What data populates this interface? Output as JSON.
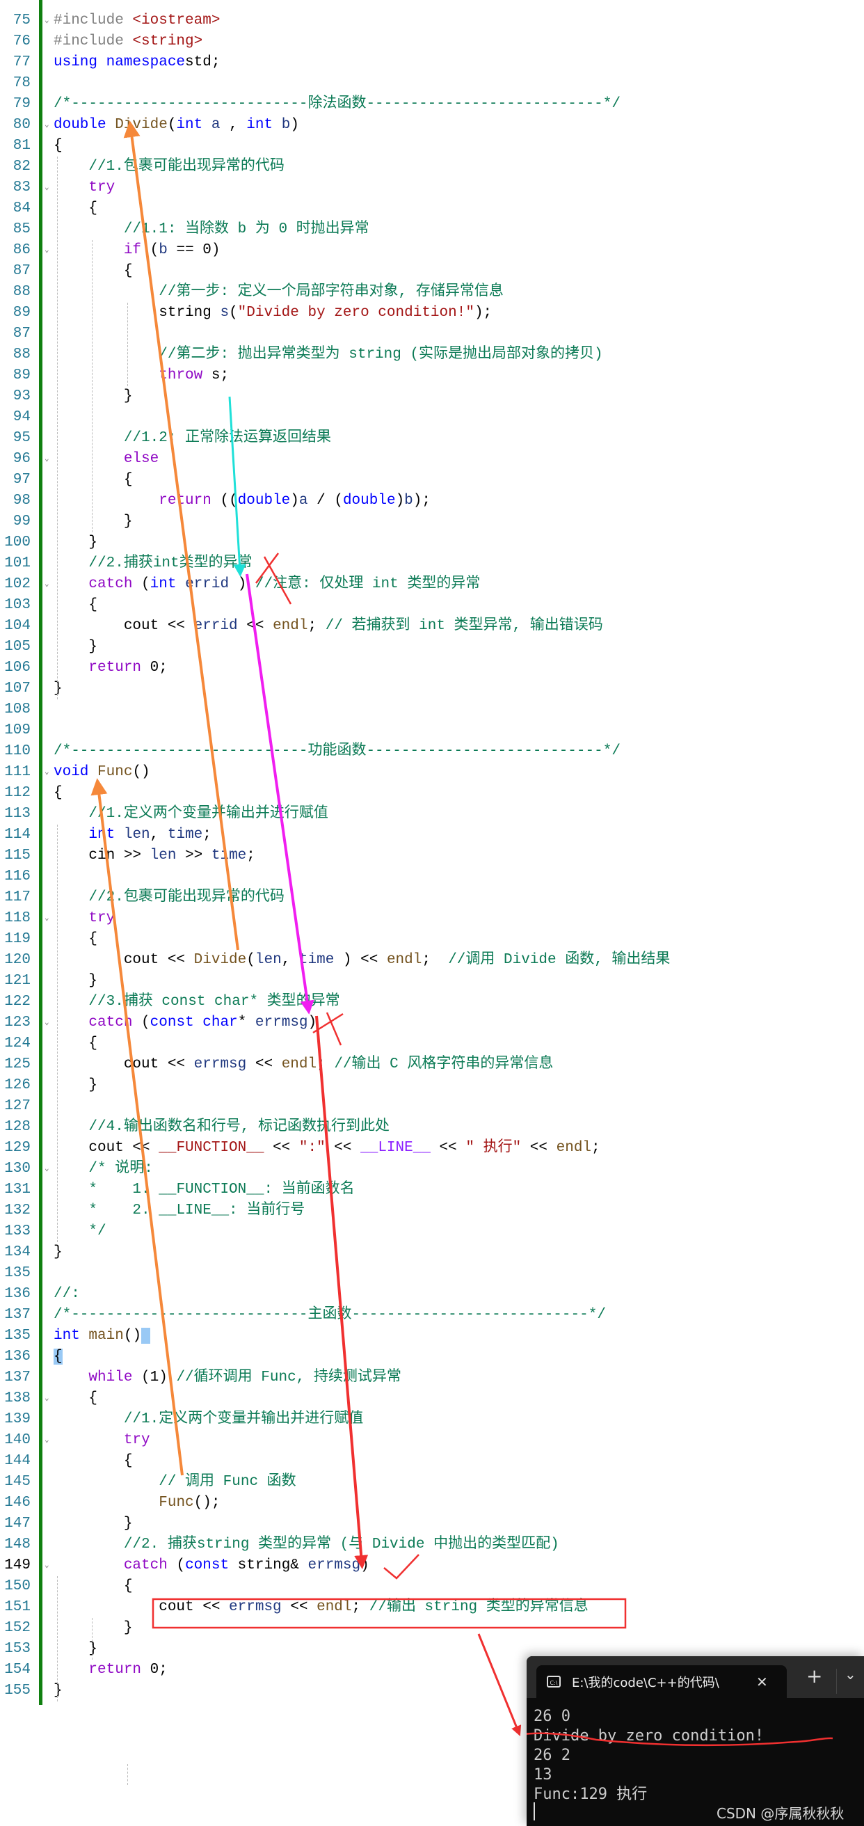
{
  "editor": {
    "current_line": "138",
    "lines": [
      {
        "n": "75",
        "fold": true,
        "t": [
          [
            "pp",
            "#include "
          ],
          [
            "inc",
            "<iostream>"
          ]
        ]
      },
      {
        "n": "76",
        "t": [
          [
            "pp",
            "#include "
          ],
          [
            "inc",
            "<string>"
          ]
        ]
      },
      {
        "n": "77",
        "t": [
          [
            "kw",
            "using namespace"
          ],
          [
            "",
            "std;"
          ]
        ]
      },
      {
        "n": "78",
        "t": []
      },
      {
        "n": "79",
        "t": [
          [
            "cm",
            "/*---------------------------除法函数---------------------------*/"
          ]
        ]
      },
      {
        "n": "80",
        "fold": true,
        "t": [
          [
            "kw",
            "double "
          ],
          [
            "fn",
            "Divide"
          ],
          [
            "",
            "("
          ],
          [
            "kw",
            "int"
          ],
          [
            "var",
            " a"
          ],
          [
            "",
            " , "
          ],
          [
            "kw",
            "int"
          ],
          [
            "var",
            " b"
          ],
          [
            "",
            ")"
          ]
        ]
      },
      {
        "n": "81",
        "t": [
          [
            "",
            "{"
          ]
        ]
      },
      {
        "n": "82",
        "t": [
          [
            "",
            "    "
          ],
          [
            "cm",
            "//1.包裹可能出现异常的代码"
          ]
        ]
      },
      {
        "n": "83",
        "fold": true,
        "t": [
          [
            "",
            "    "
          ],
          [
            "ctl",
            "try"
          ]
        ]
      },
      {
        "n": "84",
        "t": [
          [
            "",
            "    {"
          ]
        ]
      },
      {
        "n": "85",
        "t": [
          [
            "",
            "        "
          ],
          [
            "cm",
            "//1.1: 当除数 b 为 0 时抛出异常"
          ]
        ]
      },
      {
        "n": "86",
        "fold": true,
        "t": [
          [
            "",
            "        "
          ],
          [
            "ctl",
            "if"
          ],
          [
            "",
            " ("
          ],
          [
            "var",
            "b"
          ],
          [
            "",
            " == 0)"
          ]
        ]
      },
      {
        "n": "87",
        "t": [
          [
            "",
            "        {"
          ]
        ]
      },
      {
        "n": "88",
        "t": [
          [
            "",
            "            "
          ],
          [
            "cm",
            "//第一步: 定义一个局部字符串对象, 存储异常信息"
          ]
        ]
      },
      {
        "n": "89",
        "t": [
          [
            "",
            "            "
          ],
          [
            "",
            "string "
          ],
          [
            "var",
            "s"
          ],
          [
            "",
            "("
          ],
          [
            "str",
            "\"Divide by zero condition!\""
          ],
          [
            "",
            ");"
          ]
        ]
      },
      {
        "n": "87",
        "t": []
      },
      {
        "n": "88",
        "t": [
          [
            "",
            "            "
          ],
          [
            "cm",
            "//第二步: 抛出异常类型为 string (实际是抛出局部对象的拷贝)"
          ]
        ]
      },
      {
        "n": "89",
        "t": [
          [
            "",
            "            "
          ],
          [
            "ctl",
            "throw"
          ],
          [
            "",
            " s;"
          ]
        ]
      },
      {
        "n": "93",
        "t": [
          [
            "",
            "        }"
          ]
        ]
      },
      {
        "n": "94",
        "t": []
      },
      {
        "n": "95",
        "t": [
          [
            "",
            "        "
          ],
          [
            "cm",
            "//1.2: 正常除法运算返回结果"
          ]
        ]
      },
      {
        "n": "96",
        "fold": true,
        "t": [
          [
            "",
            "        "
          ],
          [
            "ctl",
            "else"
          ]
        ]
      },
      {
        "n": "97",
        "t": [
          [
            "",
            "        {"
          ]
        ]
      },
      {
        "n": "98",
        "t": [
          [
            "",
            "            "
          ],
          [
            "ctl",
            "return"
          ],
          [
            "",
            " (("
          ],
          [
            "kw",
            "double"
          ],
          [
            "",
            ")"
          ],
          [
            "var",
            "a"
          ],
          [
            "",
            " / ("
          ],
          [
            "kw",
            "double"
          ],
          [
            "",
            ")"
          ],
          [
            "var",
            "b"
          ],
          [
            "",
            ");"
          ]
        ]
      },
      {
        "n": "99",
        "t": [
          [
            "",
            "        }"
          ]
        ]
      },
      {
        "n": "100",
        "t": [
          [
            "",
            "    }"
          ]
        ]
      },
      {
        "n": "101",
        "t": [
          [
            "",
            "    "
          ],
          [
            "cm",
            "//2.捕获int类型的异常"
          ]
        ]
      },
      {
        "n": "102",
        "fold": true,
        "t": [
          [
            "",
            "    "
          ],
          [
            "ctl",
            "catch"
          ],
          [
            "",
            " ("
          ],
          [
            "kw",
            "int"
          ],
          [
            "var",
            " errid"
          ],
          [
            "",
            " ) "
          ],
          [
            "cm",
            "//注意: 仅处理 int 类型的异常"
          ]
        ]
      },
      {
        "n": "103",
        "t": [
          [
            "",
            "    {"
          ]
        ]
      },
      {
        "n": "104",
        "t": [
          [
            "",
            "        cout << "
          ],
          [
            "var",
            "errid"
          ],
          [
            "",
            " << "
          ],
          [
            "fn",
            "endl"
          ],
          [
            "",
            "; "
          ],
          [
            "cm",
            "// 若捕获到 int 类型异常, 输出错误码"
          ]
        ]
      },
      {
        "n": "105",
        "t": [
          [
            "",
            "    }"
          ]
        ]
      },
      {
        "n": "106",
        "t": [
          [
            "",
            "    "
          ],
          [
            "ctl",
            "return"
          ],
          [
            "",
            " 0;"
          ]
        ]
      },
      {
        "n": "107",
        "t": [
          [
            "",
            "}"
          ]
        ]
      },
      {
        "n": "108",
        "t": []
      },
      {
        "n": "109",
        "t": []
      },
      {
        "n": "110",
        "t": [
          [
            "cm",
            "/*---------------------------功能函数---------------------------*/"
          ]
        ]
      },
      {
        "n": "111",
        "fold": true,
        "t": [
          [
            "kw",
            "void "
          ],
          [
            "fn",
            "Func"
          ],
          [
            "",
            "()"
          ]
        ]
      },
      {
        "n": "112",
        "t": [
          [
            "",
            "{"
          ]
        ]
      },
      {
        "n": "113",
        "t": [
          [
            "",
            "    "
          ],
          [
            "cm",
            "//1.定义两个变量并输出并进行赋值"
          ]
        ]
      },
      {
        "n": "114",
        "t": [
          [
            "",
            "    "
          ],
          [
            "kw",
            "int"
          ],
          [
            "var",
            " len"
          ],
          [
            "",
            ", "
          ],
          [
            "var",
            "time"
          ],
          [
            "",
            ";"
          ]
        ]
      },
      {
        "n": "115",
        "t": [
          [
            "",
            "    cin >> "
          ],
          [
            "var",
            "len"
          ],
          [
            "",
            " >> "
          ],
          [
            "var",
            "time"
          ],
          [
            "",
            ";"
          ]
        ]
      },
      {
        "n": "116",
        "t": []
      },
      {
        "n": "117",
        "t": [
          [
            "",
            "    "
          ],
          [
            "cm",
            "//2.包裹可能出现异常的代码"
          ]
        ]
      },
      {
        "n": "118",
        "fold": true,
        "t": [
          [
            "",
            "    "
          ],
          [
            "ctl",
            "try"
          ]
        ]
      },
      {
        "n": "119",
        "t": [
          [
            "",
            "    {"
          ]
        ]
      },
      {
        "n": "120",
        "t": [
          [
            "",
            "        cout << "
          ],
          [
            "fn",
            "Divide"
          ],
          [
            "",
            "("
          ],
          [
            "var",
            "len"
          ],
          [
            "",
            ", "
          ],
          [
            "var",
            "time"
          ],
          [
            "",
            " ) << "
          ],
          [
            "fn",
            "endl"
          ],
          [
            "",
            ";  "
          ],
          [
            "cm",
            "//调用 Divide 函数, 输出结果"
          ]
        ]
      },
      {
        "n": "121",
        "t": [
          [
            "",
            "    }"
          ]
        ]
      },
      {
        "n": "122",
        "t": [
          [
            "",
            "    "
          ],
          [
            "cm",
            "//3.捕获 const char* 类型的异常"
          ]
        ]
      },
      {
        "n": "123",
        "fold": true,
        "t": [
          [
            "",
            "    "
          ],
          [
            "ctl",
            "catch"
          ],
          [
            "",
            " ("
          ],
          [
            "kw",
            "const char"
          ],
          [
            "",
            "* "
          ],
          [
            "var",
            "errmsg"
          ],
          [
            "",
            ")"
          ]
        ]
      },
      {
        "n": "124",
        "t": [
          [
            "",
            "    {"
          ]
        ]
      },
      {
        "n": "125",
        "t": [
          [
            "",
            "        cout << "
          ],
          [
            "var",
            "errmsg"
          ],
          [
            "",
            " << "
          ],
          [
            "fn",
            "endl"
          ],
          [
            "",
            "; "
          ],
          [
            "cm",
            "//输出 C 风格字符串的异常信息"
          ]
        ]
      },
      {
        "n": "126",
        "t": [
          [
            "",
            "    }"
          ]
        ]
      },
      {
        "n": "127",
        "t": []
      },
      {
        "n": "128",
        "t": [
          [
            "",
            "    "
          ],
          [
            "cm",
            "//4.输出函数名和行号, 标记函数执行到此处"
          ]
        ]
      },
      {
        "n": "129",
        "t": [
          [
            "",
            "    cout << "
          ],
          [
            "mfn",
            "__FUNCTION__"
          ],
          [
            "",
            " << "
          ],
          [
            "str",
            "\":\""
          ],
          [
            "",
            " << "
          ],
          [
            "mac",
            "__LINE__"
          ],
          [
            "",
            " << "
          ],
          [
            "str",
            "\" 执行\""
          ],
          [
            "",
            " << "
          ],
          [
            "fn",
            "endl"
          ],
          [
            "",
            ";"
          ]
        ]
      },
      {
        "n": "130",
        "fold": true,
        "t": [
          [
            "",
            "    "
          ],
          [
            "cm",
            "/* 说明:"
          ]
        ]
      },
      {
        "n": "131",
        "t": [
          [
            "",
            "    "
          ],
          [
            "cm",
            "*    1. __FUNCTION__: 当前函数名"
          ]
        ]
      },
      {
        "n": "132",
        "t": [
          [
            "",
            "    "
          ],
          [
            "cm",
            "*    2. __LINE__: 当前行号"
          ]
        ]
      },
      {
        "n": "133",
        "t": [
          [
            "",
            "    "
          ],
          [
            "cm",
            "*/"
          ]
        ]
      },
      {
        "n": "134",
        "t": [
          [
            "",
            "}"
          ]
        ]
      },
      {
        "n": "135",
        "t": []
      },
      {
        "n": "136",
        "t": [
          [
            "cm",
            "//:"
          ]
        ]
      },
      {
        "n": "137",
        "t": [
          [
            "cm",
            "/*---------------------------主函数---------------------------*/"
          ]
        ]
      },
      {
        "n": "135",
        "t": [
          [
            "kw",
            "int "
          ],
          [
            "fn",
            "main"
          ],
          [
            "",
            "()"
          ],
          [
            "sel",
            " "
          ]
        ]
      },
      {
        "n": "136",
        "t": [
          [
            "sel",
            "{"
          ]
        ]
      },
      {
        "n": "137",
        "t": [
          [
            "",
            "    "
          ],
          [
            "ctl",
            "while"
          ],
          [
            "",
            " (1) "
          ],
          [
            "cm",
            "//循环调用 Func, 持续测试异常"
          ]
        ]
      },
      {
        "n": "138",
        "fold": true,
        "t": [
          [
            "",
            "    {"
          ]
        ]
      },
      {
        "n": "139",
        "t": [
          [
            "",
            "        "
          ],
          [
            "cm",
            "//1.定义两个变量并输出并进行赋值"
          ]
        ]
      },
      {
        "n": "140",
        "fold": true,
        "t": [
          [
            "",
            "        "
          ],
          [
            "ctl",
            "try"
          ]
        ]
      },
      {
        "n": "144",
        "t": [
          [
            "",
            "        {"
          ]
        ]
      },
      {
        "n": "145",
        "t": [
          [
            "",
            "            "
          ],
          [
            "cm",
            "// 调用 Func 函数"
          ]
        ]
      },
      {
        "n": "146",
        "t": [
          [
            "",
            "            "
          ],
          [
            "fn",
            "Func"
          ],
          [
            "",
            "();"
          ]
        ]
      },
      {
        "n": "147",
        "t": [
          [
            "",
            "        }"
          ]
        ]
      },
      {
        "n": "148",
        "t": [
          [
            "",
            "        "
          ],
          [
            "cm",
            "//2. 捕获string 类型的异常 (与 Divide 中抛出的类型匹配)"
          ]
        ]
      },
      {
        "n": "149",
        "fold": true,
        "t": [
          [
            "",
            "        "
          ],
          [
            "ctl",
            "catch"
          ],
          [
            "",
            " ("
          ],
          [
            "kw",
            "const"
          ],
          [
            "",
            " string& "
          ],
          [
            "var",
            "errmsg"
          ],
          [
            "",
            ")"
          ]
        ]
      },
      {
        "n": "150",
        "t": [
          [
            "",
            "        {"
          ]
        ]
      },
      {
        "n": "151",
        "t": [
          [
            "",
            "            cout << "
          ],
          [
            "var",
            "errmsg"
          ],
          [
            "",
            " << "
          ],
          [
            "fn",
            "endl"
          ],
          [
            "",
            "; "
          ],
          [
            "cm",
            "//输出 string 类型的异常信息"
          ]
        ]
      },
      {
        "n": "152",
        "t": [
          [
            "",
            "        }"
          ]
        ]
      },
      {
        "n": "153",
        "t": [
          [
            "",
            "    }"
          ]
        ]
      },
      {
        "n": "154",
        "t": [
          [
            "",
            "    "
          ],
          [
            "ctl",
            "return"
          ],
          [
            "",
            " 0;"
          ]
        ]
      },
      {
        "n": "155",
        "t": [
          [
            "",
            "}"
          ]
        ]
      }
    ]
  },
  "terminal": {
    "tab_title": "E:\\我的code\\C++的代码\\",
    "tab_icon": "C:\\",
    "close_label": "✕",
    "new_tab_label": "+",
    "dropdown_label": "⌄",
    "output": [
      "26 0",
      "Divide by zero condition!",
      "26 2",
      "13",
      "Func:129 执行"
    ]
  },
  "watermark": "CSDN @序属秋秋秋",
  "annotation_colors": {
    "orange": "#f5883a",
    "cyan": "#1ee0d8",
    "magenta": "#f01ef0",
    "red": "#f03030"
  }
}
